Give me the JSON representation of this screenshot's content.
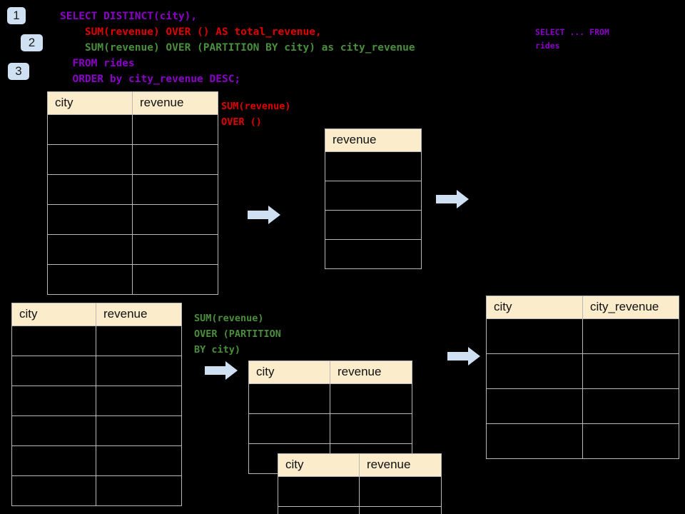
{
  "theme": {
    "background": "#000000",
    "header_fill": "#fbeccb",
    "cell_fill": "#000000",
    "border": "#b8b8b8",
    "badge_fill": "#cfe0f2",
    "arrow_fill": "#cfe0f2",
    "color_purple": "#8b00c8",
    "color_red": "#e00000",
    "color_green": "#4a8f3c"
  },
  "badges": [
    {
      "label": "1"
    },
    {
      "label": "2"
    },
    {
      "label": "3"
    }
  ],
  "sql": {
    "line1": "SELECT DISTINCT(city),",
    "line2": "    SUM(revenue) OVER () AS total_revenue,",
    "line3": "    SUM(revenue) OVER (PARTITION BY city) as city_revenue",
    "line4": "  FROM rides",
    "line5": "  ORDER by city_revenue DESC;"
  },
  "annotations": {
    "total_revenue": "SUM(revenue)\nOVER ()",
    "city_revenue": "SUM(revenue)\nOVER (PARTITION\nBY city)",
    "select_from": "SELECT ... FROM\nrides"
  },
  "tables": {
    "rides_source_top": {
      "name": "rides",
      "columns": [
        "city",
        "revenue"
      ],
      "rows": [
        [
          "",
          ""
        ],
        [
          "",
          ""
        ],
        [
          "",
          ""
        ],
        [
          "",
          ""
        ],
        [
          "",
          ""
        ],
        [
          "",
          ""
        ]
      ]
    },
    "total_revenue_result": {
      "name": "total_revenue",
      "columns": [
        "revenue"
      ],
      "rows": [
        [
          ""
        ],
        [
          ""
        ],
        [
          ""
        ],
        [
          ""
        ]
      ]
    },
    "rides_source_bottom": {
      "name": "rides",
      "columns": [
        "city",
        "revenue"
      ],
      "rows": [
        [
          "",
          ""
        ],
        [
          "",
          ""
        ],
        [
          "",
          ""
        ],
        [
          "",
          ""
        ],
        [
          "",
          ""
        ],
        [
          "",
          ""
        ]
      ]
    },
    "partition_back": {
      "name": "partition",
      "columns": [
        "city",
        "revenue"
      ],
      "rows": [
        [
          "",
          ""
        ],
        [
          "",
          ""
        ],
        [
          "",
          ""
        ]
      ]
    },
    "partition_front": {
      "name": "partition",
      "columns": [
        "city",
        "revenue"
      ],
      "rows": [
        [
          "",
          ""
        ],
        [
          "",
          ""
        ]
      ]
    },
    "final_result": {
      "name": "result",
      "columns": [
        "city",
        "city_revenue"
      ],
      "rows": [
        [
          "",
          ""
        ],
        [
          "",
          ""
        ],
        [
          "",
          ""
        ],
        [
          "",
          ""
        ]
      ]
    }
  },
  "arrows": [
    {
      "label": "arrow-rides-to-total"
    },
    {
      "label": "arrow-total-to-result"
    },
    {
      "label": "arrow-rides-to-partition"
    },
    {
      "label": "arrow-partition-to-result"
    }
  ]
}
